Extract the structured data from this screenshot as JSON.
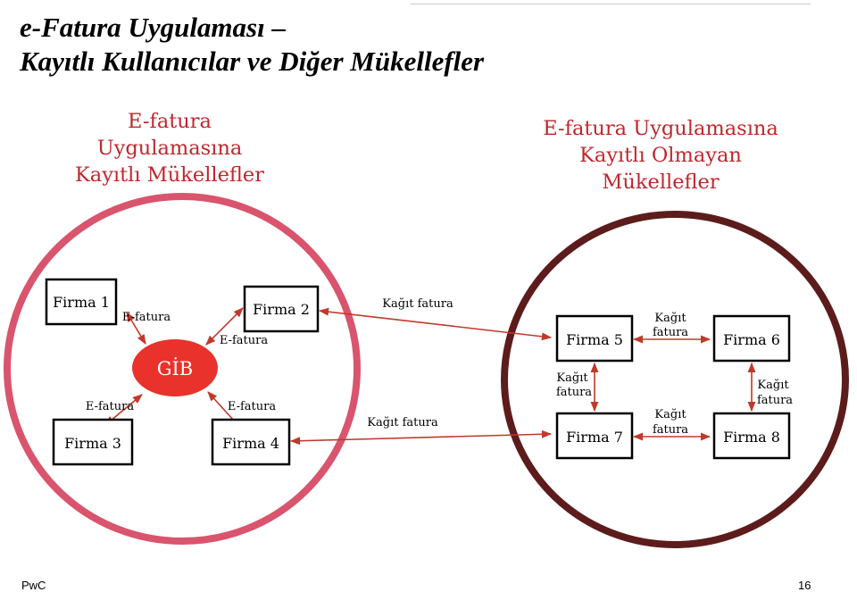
{
  "title": {
    "line1": "e-Fatura Uygulaması –",
    "line2": "Kayıtlı Kullanıcılar ve Diğer Mükellefler"
  },
  "groups": {
    "registered": {
      "heading_lines": [
        "E-fatura",
        "Uygulamasına",
        "Kayıtlı Mükellefler"
      ],
      "ring_color": "#d9546d"
    },
    "unregistered": {
      "heading_lines": [
        "E-fatura Uygulamasına",
        "Kayıtlı  Olmayan",
        "Mükellefler"
      ],
      "ring_color": "#5c1c1c"
    }
  },
  "hub": {
    "label": "GİB",
    "color": "#e8322b"
  },
  "firms": {
    "f1": "Firma 1",
    "f2": "Firma 2",
    "f3": "Firma 3",
    "f4": "Firma 4",
    "f5": "Firma 5",
    "f6": "Firma 6",
    "f7": "Firma 7",
    "f8": "Firma 8"
  },
  "edge_labels": {
    "efatura": "E-fatura",
    "kagit_fatura": "Kağıt fatura",
    "kagit_split": [
      "Kağıt",
      "fatura"
    ]
  },
  "colors": {
    "arrow": "#c0392b",
    "heading": "#c0262c"
  },
  "footer": {
    "brand": "PwC",
    "page": "16"
  }
}
